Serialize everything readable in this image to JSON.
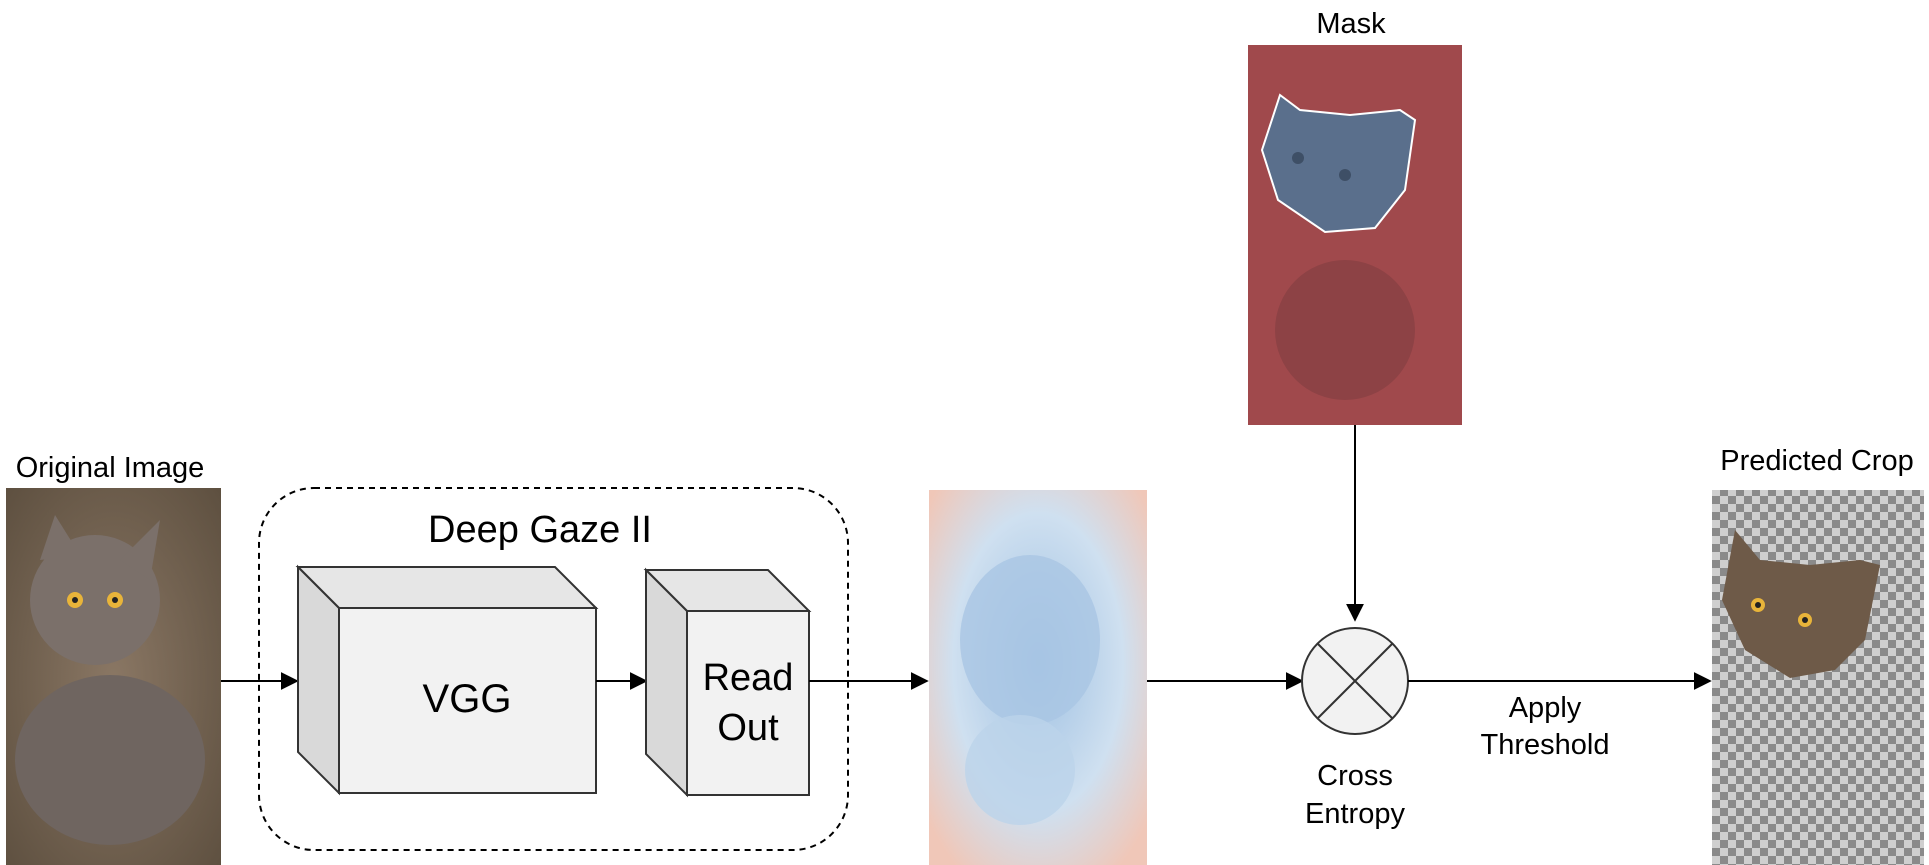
{
  "labels": {
    "original_image": "Original Image",
    "deep_gaze": "Deep Gaze II",
    "vgg": "VGG",
    "read_out_line1": "Read",
    "read_out_line2": "Out",
    "mask": "Mask",
    "cross_entropy_line1": "Cross",
    "cross_entropy_line2": "Entropy",
    "apply_threshold_line1": "Apply",
    "threshold_line2": "Threshold",
    "predicted_crop": "Predicted Crop"
  },
  "colors": {
    "line": "#000000",
    "box_fill": "#f2f2f2",
    "box_side": "#d9d9d9",
    "box_stroke": "#333333",
    "mask_red": "#a0494c",
    "mask_blue": "#5a6f8c",
    "saliency_blue": "#bcd3ea",
    "saliency_edge": "#e8b8a8",
    "cat_brown": "#6e5a48",
    "carpet": "#7a6a55"
  },
  "icons": {
    "combine": "circle-x-icon"
  }
}
